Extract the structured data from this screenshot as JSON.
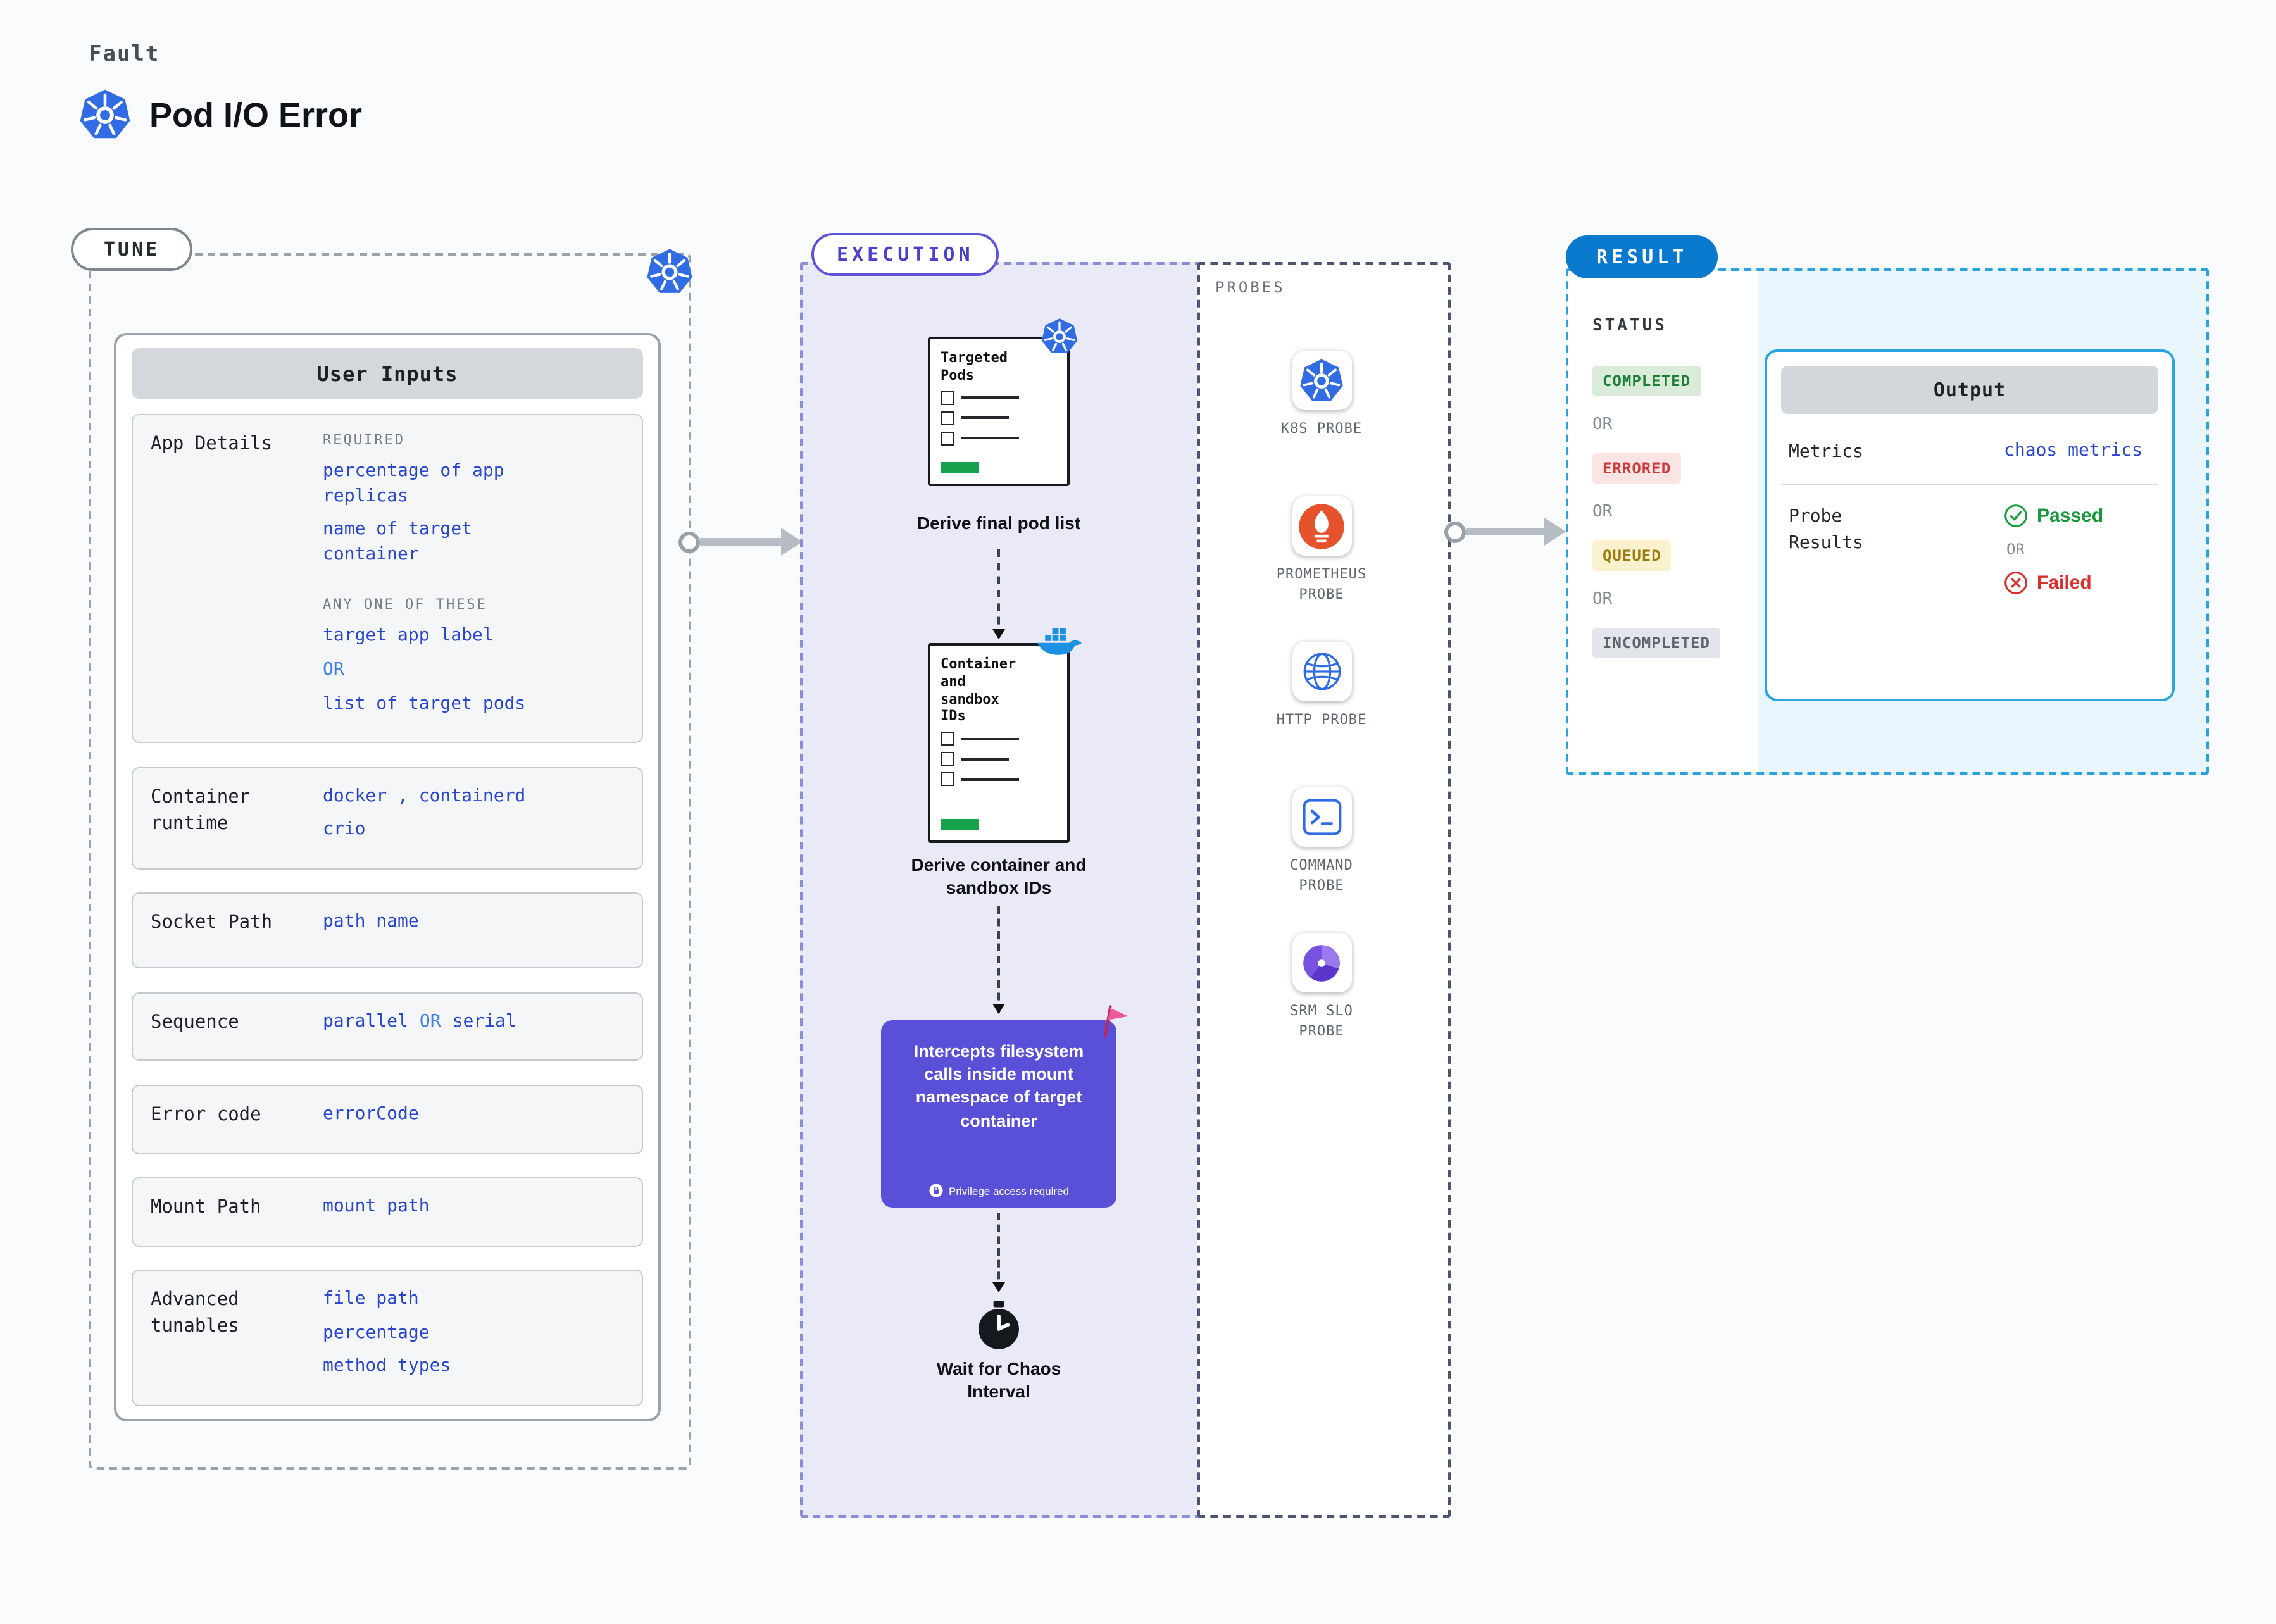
{
  "colors": {
    "k8s_blue": "#326ce5",
    "value_blue": "#2a46cf",
    "execution_purple": "#5a50d8",
    "result_blue": "#0879cc",
    "passed_green": "#189a3c",
    "failed_red": "#d92f2f"
  },
  "header": {
    "kicker": "Fault",
    "title": "Pod I/O Error"
  },
  "tune": {
    "label": "TUNE",
    "panel_title": "User Inputs",
    "app_details": {
      "label": "App Details",
      "required_heading": "REQUIRED",
      "required_values": [
        "percentage of app replicas",
        "name of target container"
      ],
      "any_one_heading": "ANY ONE OF THESE",
      "any_one_values": [
        "target app label",
        "OR",
        "list of target pods"
      ]
    },
    "rows": [
      {
        "label": "Container runtime",
        "values": [
          "docker , containerd",
          "crio"
        ]
      },
      {
        "label": "Socket Path",
        "values": [
          "path name"
        ]
      },
      {
        "label": "Sequence",
        "values": [
          "parallel",
          "OR",
          "serial"
        ]
      },
      {
        "label": "Error code",
        "values": [
          "errorCode"
        ]
      },
      {
        "label": "Mount Path",
        "values": [
          "mount path"
        ]
      },
      {
        "label": "Advanced tunables",
        "values": [
          "file path",
          "percentage",
          "method types"
        ]
      }
    ]
  },
  "execution": {
    "label": "EXECUTION",
    "step1": {
      "doc_title": "Targeted\nPods",
      "caption": "Derive final pod list"
    },
    "step2": {
      "doc_title": "Container\nand\nsandbox\nIDs",
      "caption": "Derive container and sandbox IDs"
    },
    "intercept": {
      "text": "Intercepts filesystem calls inside mount namespace of target container",
      "note": "Privilege access required"
    },
    "wait_caption": "Wait for Chaos Interval"
  },
  "probes": {
    "label": "PROBES",
    "items": [
      {
        "name": "K8S PROBE"
      },
      {
        "name": "PROMETHEUS PROBE"
      },
      {
        "name": "HTTP PROBE"
      },
      {
        "name": "COMMAND PROBE"
      },
      {
        "name": "SRM SLO PROBE"
      }
    ]
  },
  "result": {
    "label": "RESULT",
    "status_heading": "STATUS",
    "or": "OR",
    "statuses": [
      "COMPLETED",
      "ERRORED",
      "QUEUED",
      "INCOMPLETED"
    ],
    "output": {
      "title": "Output",
      "metrics_label": "Metrics",
      "metrics_value": "chaos metrics",
      "probe_results_label": "Probe Results",
      "passed": "Passed",
      "failed": "Failed"
    }
  }
}
